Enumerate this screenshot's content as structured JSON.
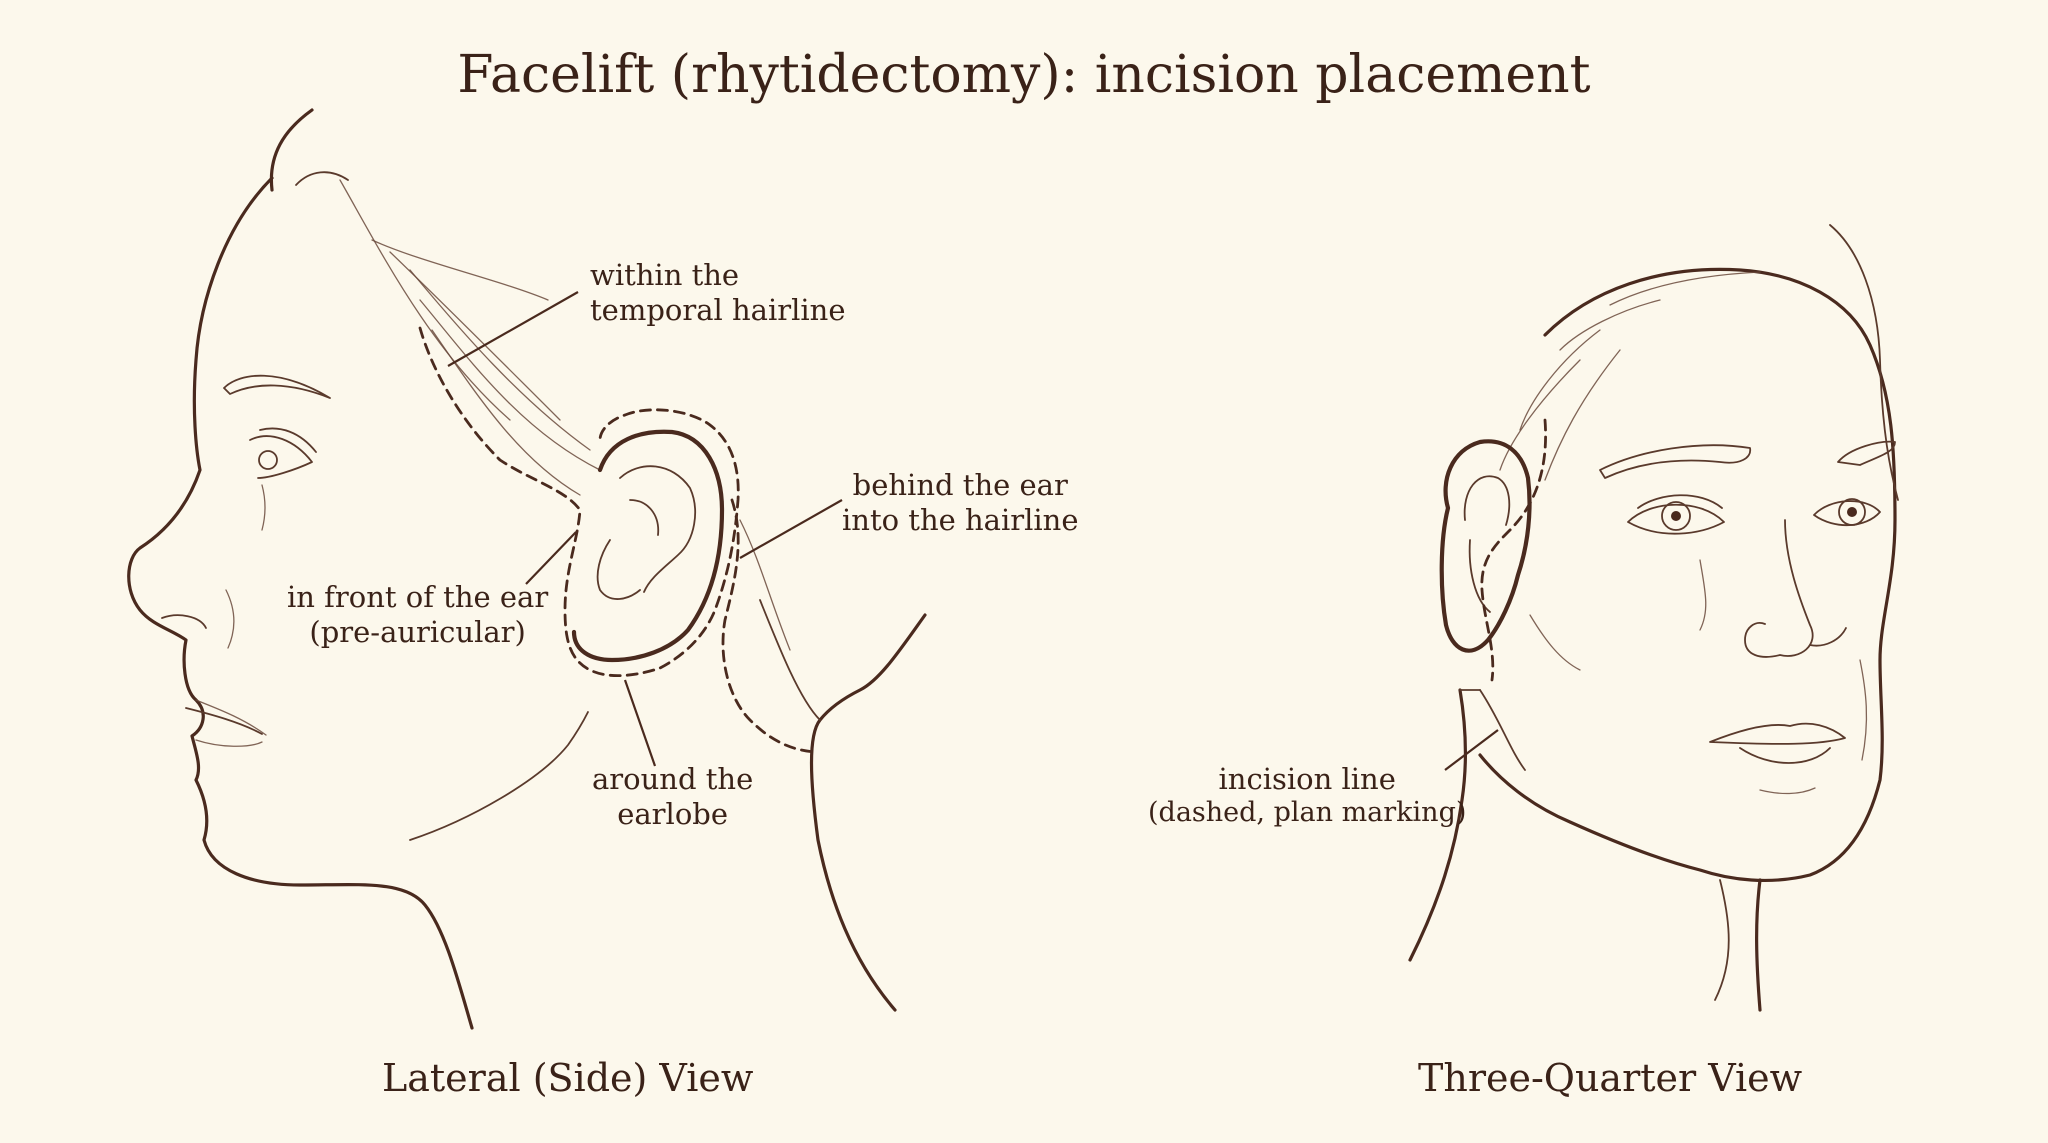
{
  "title": "Facelift (rhytidectomy): incision placement",
  "labels": {
    "temporal": [
      "within the",
      "temporal hairline"
    ],
    "behind_ear": [
      "behind the ear",
      "into the hairline"
    ],
    "pre_auricular": [
      "in front of the ear",
      "(pre-auricular)"
    ],
    "earlobe": [
      "around the",
      "earlobe"
    ],
    "incision_line": [
      "incision line",
      "(dashed, plan marking)"
    ]
  },
  "views": {
    "lateral": "Lateral (Side) View",
    "three_quarter": "Three-Quarter View"
  },
  "colors": {
    "background": "#fcf8ec",
    "ink": "#4a2a1e"
  }
}
